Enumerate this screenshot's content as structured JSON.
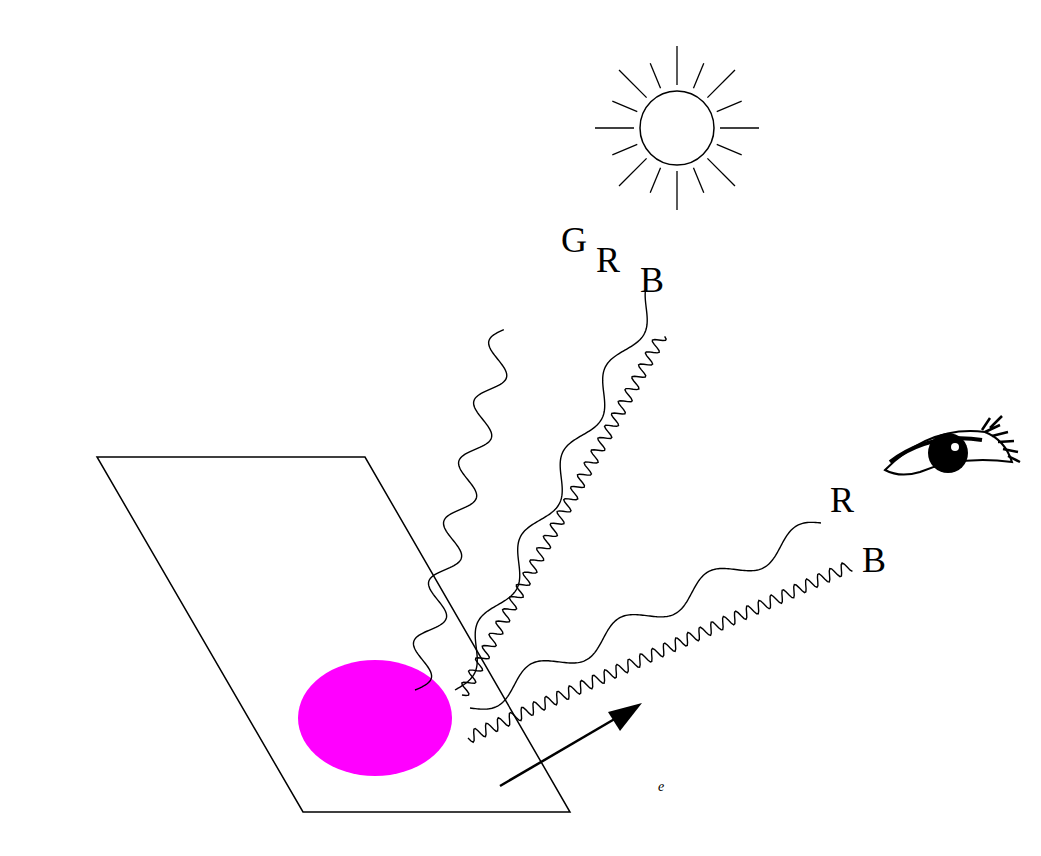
{
  "diagram": {
    "labels": [
      "G",
      "R",
      "B",
      "R",
      "B",
      "e"
    ]
  }
}
